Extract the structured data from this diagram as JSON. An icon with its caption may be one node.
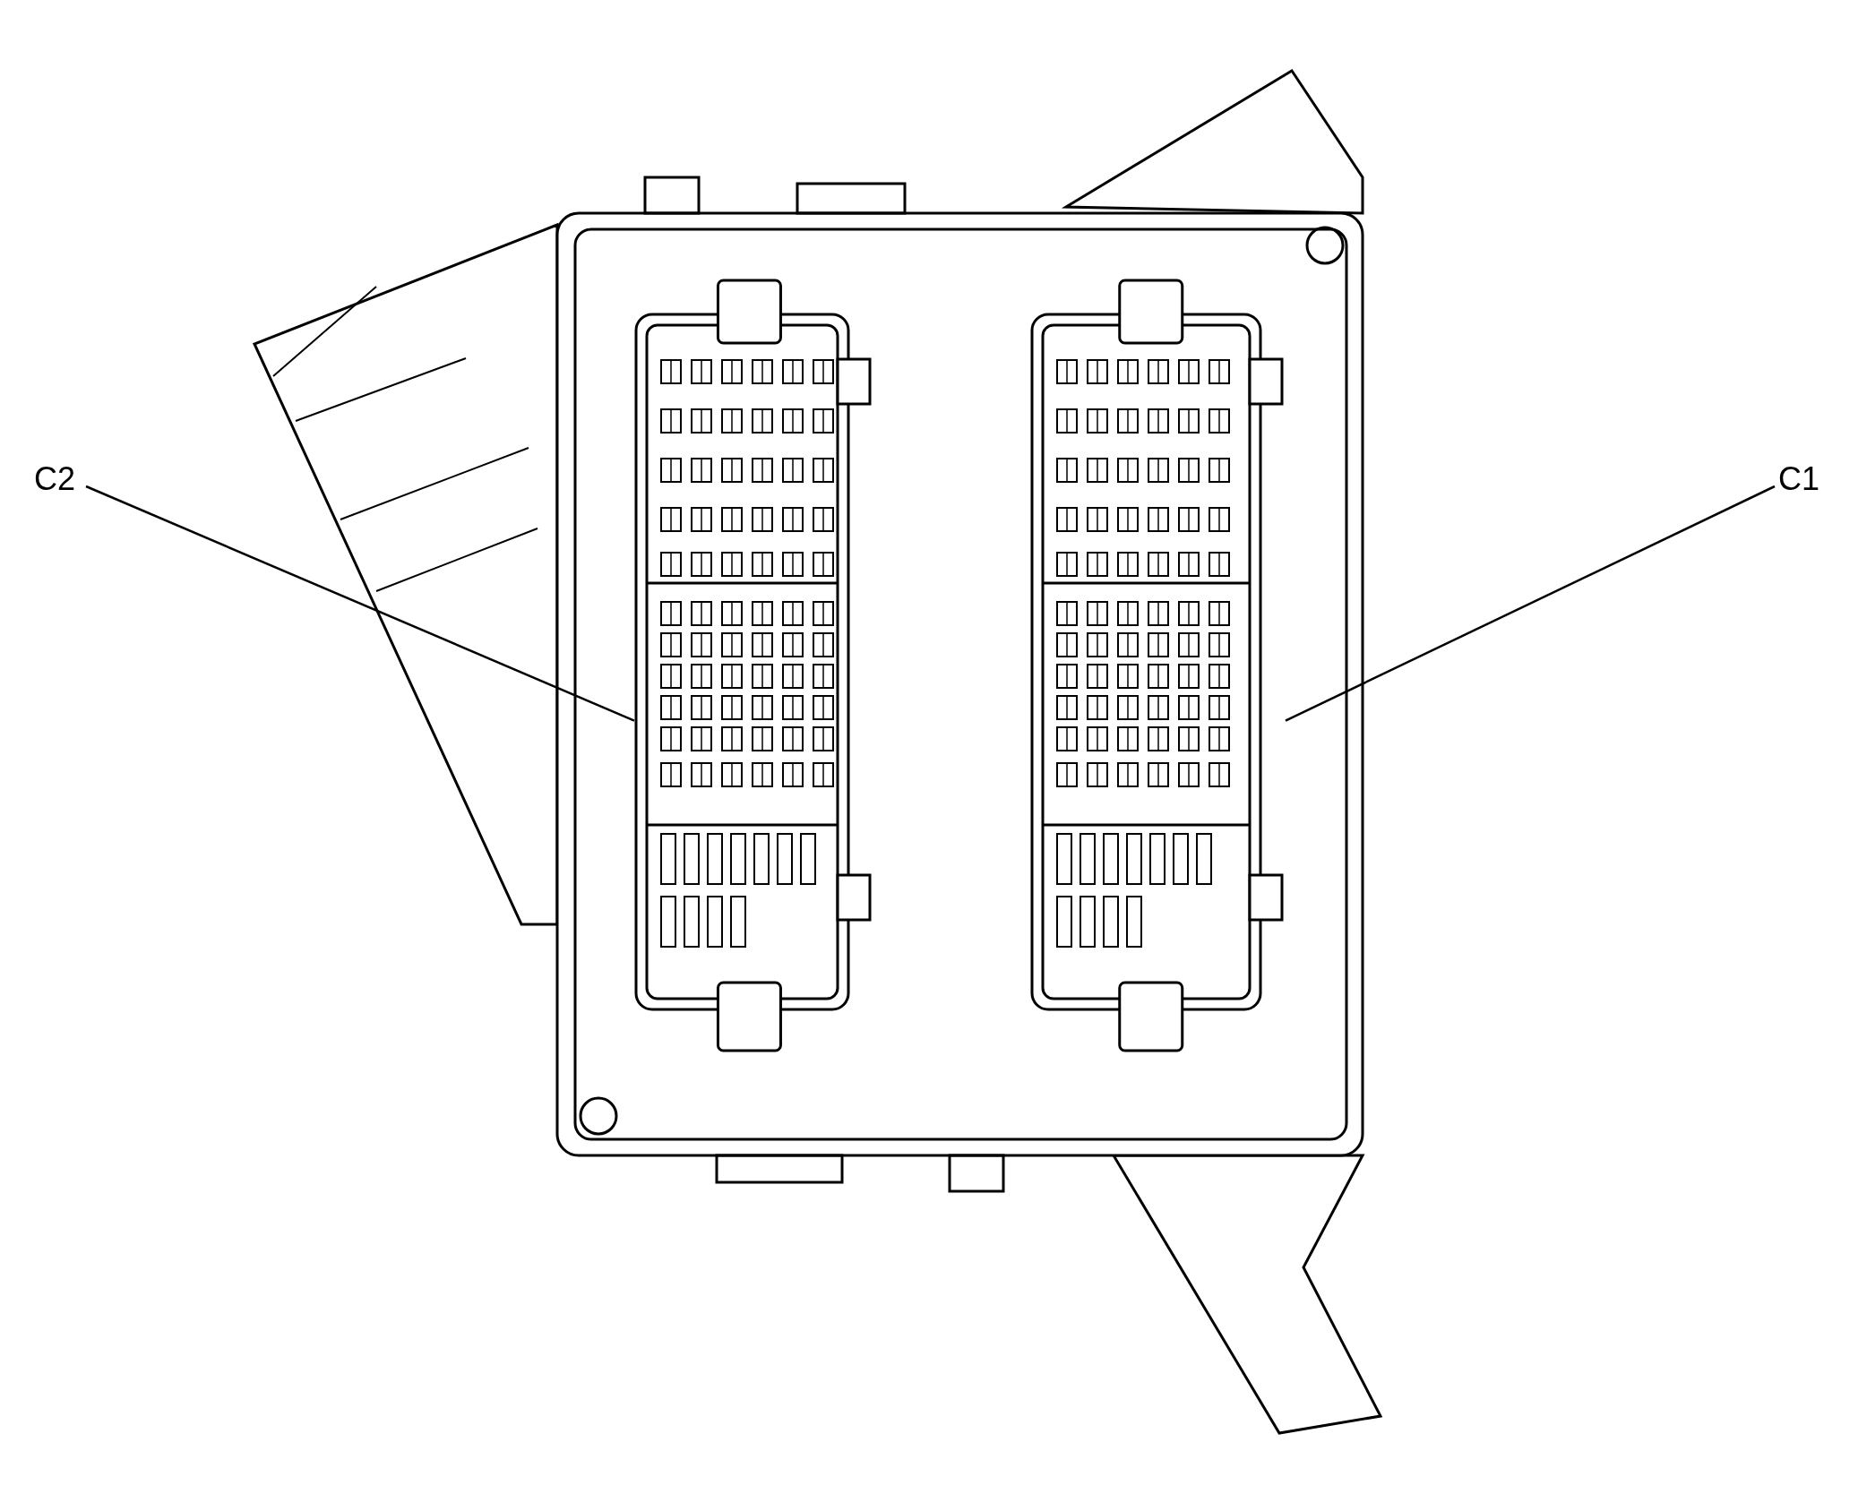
{
  "diagram": {
    "nodes": [
      {
        "text": [
          "C2"
        ]
      },
      {
        "text": [],
        "shape": "box"
      },
      {
        "text": [
          "C1"
        ]
      },
      {
        "text": [],
        "shape": "box"
      }
    ],
    "edges": [
      {
        "from": 0,
        "to": 1,
        "arrow": "none"
      },
      {
        "from": 2,
        "to": 3,
        "arrow": "none"
      }
    ]
  }
}
